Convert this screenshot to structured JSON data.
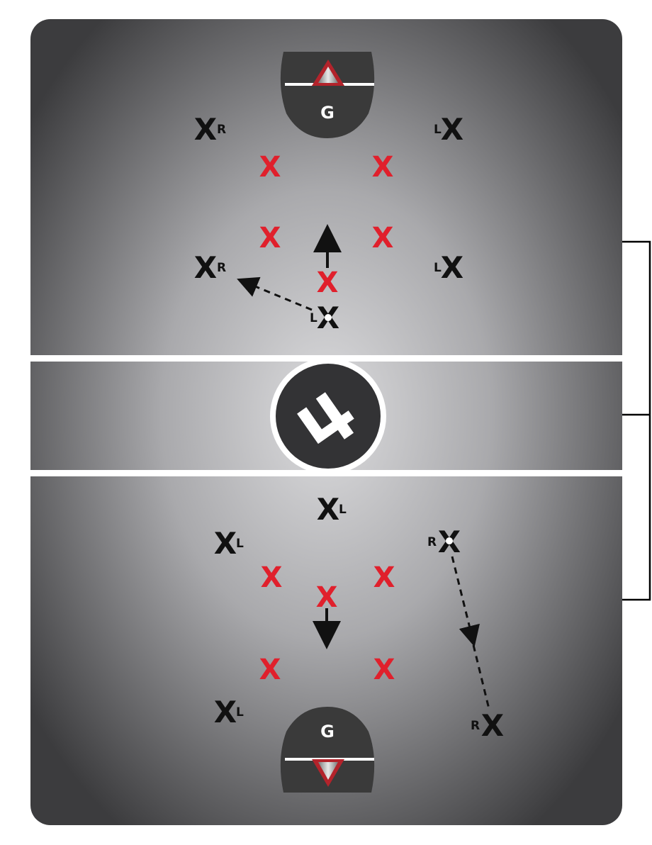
{
  "diagram": {
    "colors": {
      "field_center": "#d8d8da",
      "field_edge": "#3a3a3c",
      "line": "#ffffff",
      "crease": "#3a3a3a",
      "goal_red": "#b3232b",
      "offense_red": "#e0202c",
      "player_black": "#111111",
      "bracket": "#000000"
    },
    "icons": {
      "logo": "lacrosse-logo-icon",
      "goal": "goal-net-icon",
      "ball": "ball-icon",
      "move_arrow": "arrow-icon",
      "pass_arrow": "dashed-pass-arrow-icon"
    },
    "top_half": {
      "goalie": {
        "label": "G"
      },
      "players": [
        {
          "mark": "X",
          "side": "R"
        },
        {
          "mark": "X",
          "side": "L"
        },
        {
          "mark": "X",
          "side": "R"
        },
        {
          "mark": "X",
          "side": "L"
        },
        {
          "mark": "X",
          "side": "L",
          "has_ball": true
        }
      ],
      "red_players": 5
    },
    "bottom_half": {
      "goalie": {
        "label": "G"
      },
      "players": [
        {
          "mark": "X",
          "side": "L"
        },
        {
          "mark": "X",
          "side": "L"
        },
        {
          "mark": "X",
          "side": "R",
          "has_ball": true
        },
        {
          "mark": "X",
          "side": "L"
        },
        {
          "mark": "X",
          "side": "R"
        }
      ],
      "red_players": 5
    }
  }
}
